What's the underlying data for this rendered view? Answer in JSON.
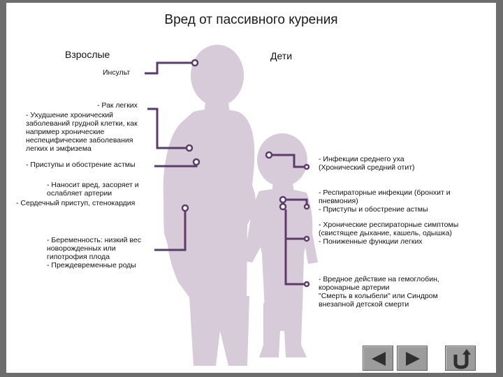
{
  "title": "Вред от пассивного курения",
  "colors": {
    "accent": "#5b3b6b",
    "silhouette": "#d7cad9",
    "button": "#9c9c9c"
  },
  "adults": {
    "heading": "Взрослые",
    "notes": [
      "Инсульт",
      "- Рак легких",
      "- Ухудшение хронический\nзаболеваний грудной клетки, как\nнапример   хронические\nнеспецифические заболевания\nлегких и эмфизема",
      "- Приступы и обострение астмы",
      "- Наносит вред, засоряет и\nослабляет артерии",
      "- Сердечный приступ, стенокардия",
      "- Беременность: низкий вес\nноворожденных или\nгипотрофия плода\n- Преждевременные роды"
    ]
  },
  "children": {
    "heading": "Дети",
    "notes": [
      "- Инфекции среднего уха\n(Хронический средний отит)",
      "- Респираторные инфекции (бронхит и\nпневмония)\n- Приступы и обострение астмы",
      "- Хронические респираторные симптомы\n(свистящее дыхание, кашель, одышка)\n- Пониженные функции легких",
      "- Вредное действие на гемоглобин,\nкоронарные артерии\n\"Смерть в колыбели\" или Синдром\nвнезапной детской смерти"
    ]
  },
  "nav": {
    "back_icon": "triangle-left-icon",
    "forward_icon": "triangle-right-icon",
    "return_icon": "return-arrow-icon"
  }
}
